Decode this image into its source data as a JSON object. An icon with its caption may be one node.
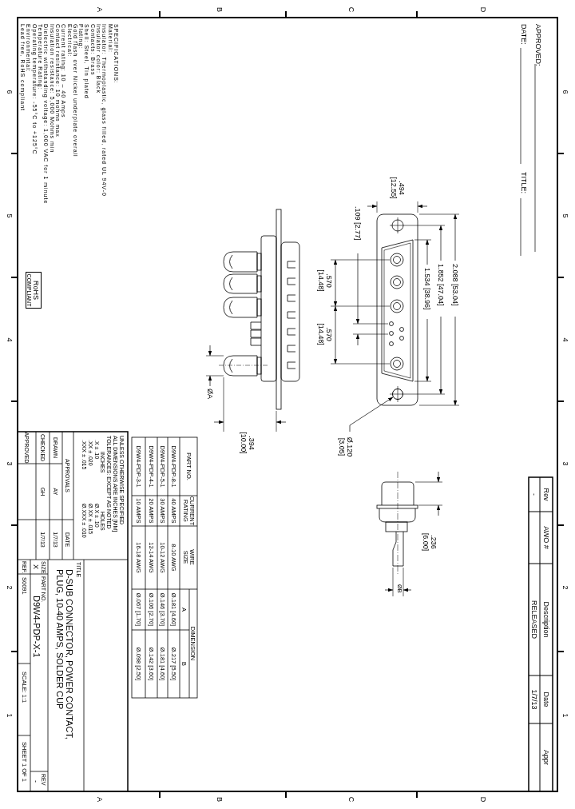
{
  "diagram": {
    "nodes": [
      {
        "text": [
          "Ø.120 [3.05]"
        ]
      },
      {
        "text": [],
        "shape": "circle"
      }
    ],
    "edges": [
      {
        "from": 0,
        "to": 1,
        "arrow": "to"
      }
    ],
    "labels": [
      "6",
      "5",
      "4",
      "3",
      "2",
      "1",
      "D",
      "C",
      "B",
      "A",
      "D",
      "C",
      "B",
      "A",
      "6",
      "5",
      "4",
      "3",
      "2",
      "1",
      "APPROVED:",
      "DATE:",
      "TITLE:",
      "Rev",
      "AWO #",
      "Description",
      "Date",
      "Appr",
      "-",
      "RELEASED",
      "1/7/13",
      ".494 [12.55]",
      ".109 [2.77]",
      "2.088 [53.04]",
      "1.852 [47.04]",
      "1.534 [38.96]",
      ".570 [14.48]",
      ".570 [14.48]",
      "ØA",
      ".394 [10.00]",
      ".236 [6.00]",
      "ØB",
      "PART NO.",
      "CURRENT RATING",
      "WIRE SIZE",
      "DIMENSION",
      "A",
      "B",
      "D9W4-PDP-8-1",
      "40 AMPS",
      "8-10 AWG",
      "Ø.181 [4.60]",
      "Ø.217 [5.50]",
      "D9W4-PDP-5-1",
      "30 AMPS",
      "10-12 AWG",
      "Ø.146 [3.70]",
      "Ø.181 [4.60]",
      "D9W4-PDP-4-1",
      "20 AMPS",
      "12-14 AWG",
      "Ø.106 [2.70]",
      "Ø.142 [3.60]",
      "D9W4-PDP-3-1",
      "10 AMPS",
      "16-18 AWG",
      "Ø.067 [1.70]",
      "Ø.098 [2.50]",
      "UNLESS OTHERWISE SPECIFIED",
      "ALL DIMENSIONS ARE INCHES [MM]",
      "TOLERANCES: EXCEPT AS NOTED",
      "INCHES",
      "HOLES",
      ".X ± .10",
      "Ø.X ± .10",
      ".XX ± .020",
      "Ø.XX ± .015",
      ".XXX ± .015",
      "Ø.XXX ± .010",
      "APPROVALS",
      "DATE",
      "DRAWN",
      "AY",
      "1/7/13",
      "CHECKED",
      "GH",
      "1/7/13",
      "APPROVED",
      "TITLE",
      "D-SUB CONNECTOR, POWER CONTACT, PLUG, 10-40 AMPS, SOLDER CUP",
      "SIZE",
      "X",
      "PART NO.",
      "D9W4-PDP-X-1",
      "REV",
      "-",
      "REF.",
      "S0091",
      "SCALE: 1:1",
      "SHEET 1 OF 1",
      "SPECIFICATIONS:",
      "Material:",
      "Insulator: Thermoplastic, glass filled, rated UL 94V-0",
      "Insulator color: Black",
      "Contacts: Brass",
      "Shell: Steel, Tin plated",
      "Plating:",
      "Gold flash over Nickel underplate overall",
      "Electrical:",
      "Current rating: 10 – 40 Amps",
      "Contact resistance: 10 mohms max",
      "Insulation resistance: 5,000 Mohms min",
      "Dielectric withstanding voltage: 1,000 VAC for 1 minute",
      "Temperature Rating:",
      "Operating temperature: -55°C to +125°C",
      "Environmental:",
      "Lead free, RoHS compliant",
      "RoHS",
      "COMPLIANT"
    ]
  }
}
